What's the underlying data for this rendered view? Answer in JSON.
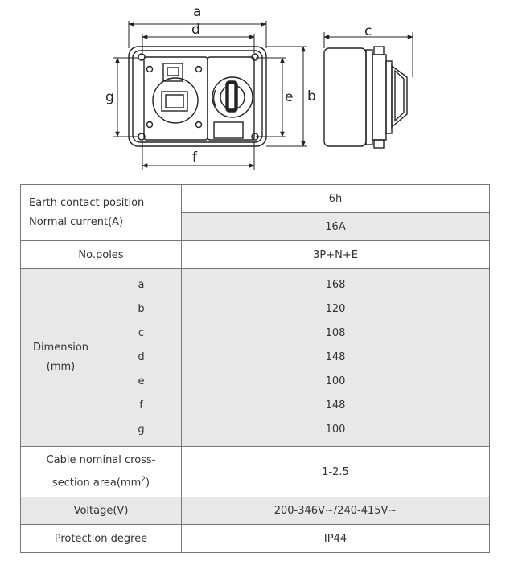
{
  "drawing": {
    "dim_labels": {
      "a": "a",
      "b": "b",
      "c": "c",
      "d": "d",
      "e": "e",
      "f": "f",
      "g": "g"
    }
  },
  "table": {
    "earth_contact_label": "Earth contact position",
    "normal_current_label": "Normal current(A)",
    "earth_contact_value": "6h",
    "normal_current_value": "16A",
    "poles_label": "No.poles",
    "poles_value": "3P+N+E",
    "dimension_label_1": "Dimension",
    "dimension_label_2": "(mm)",
    "dimensions": [
      {
        "key": "a",
        "value": "168"
      },
      {
        "key": "b",
        "value": "120"
      },
      {
        "key": "c",
        "value": "108"
      },
      {
        "key": "d",
        "value": "148"
      },
      {
        "key": "e",
        "value": "100"
      },
      {
        "key": "f",
        "value": "148"
      },
      {
        "key": "g",
        "value": "100"
      }
    ],
    "cable_label_1": "Cable nominal cross-",
    "cable_label_2": "section area(mm",
    "cable_label_sup": "2",
    "cable_label_3": ")",
    "cable_value": "1-2.5",
    "voltage_label": "Voltage(V)",
    "voltage_value": "200-346V~/240-415V~",
    "protection_label": "Protection degree",
    "protection_value": "IP44"
  }
}
